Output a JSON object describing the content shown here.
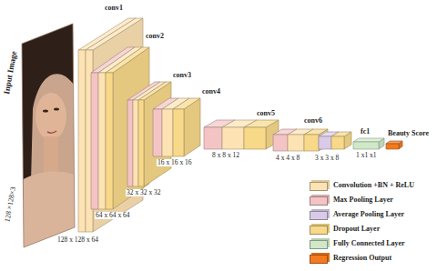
{
  "diagram": {
    "labels": [
      "Input Image",
      "128 ×128×3",
      "conv1",
      "128 x 128 x 64",
      "conv2",
      "64 x 64 x 64",
      "conv3",
      "32 x 32 x 32",
      "conv4",
      "16 x 16 x 16",
      "conv5",
      "8 x 8 x 12",
      "conv6",
      "4 x 4 x 8",
      "3 x 3 x 8",
      "fc1",
      "1 x1 x1",
      "Beauty Score"
    ],
    "legend": [
      {
        "text": "Convolution +BN + ReLU",
        "color": "#fde2b3"
      },
      {
        "text": "Max Pooling Layer",
        "color": "#f4c4c4"
      },
      {
        "text": "Average Pooling Layer",
        "color": "#d9cbe8"
      },
      {
        "text": "Dropout Layer",
        "color": "#f8d98a"
      },
      {
        "text": "Fully Connected Layer",
        "color": "#cfe8c8"
      },
      {
        "text": "Regression Output",
        "color": "#f47a1f"
      }
    ]
  }
}
